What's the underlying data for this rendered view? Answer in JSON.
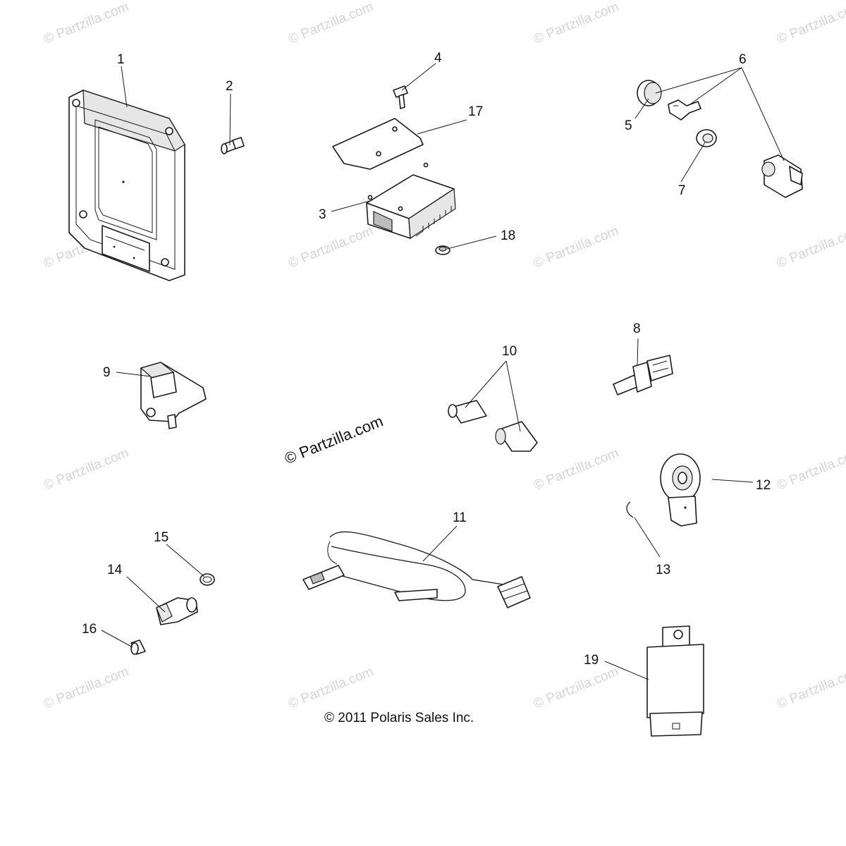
{
  "diagram": {
    "callouts": [
      "1",
      "2",
      "3",
      "4",
      "5",
      "6",
      "7",
      "8",
      "9",
      "10",
      "11",
      "12",
      "13",
      "14",
      "15",
      "16",
      "17",
      "18",
      "19"
    ],
    "watermark_text": "© Partzilla.com",
    "brand_text": "© Partzilla.com",
    "copyright": "© 2011 Polaris Sales Inc."
  }
}
